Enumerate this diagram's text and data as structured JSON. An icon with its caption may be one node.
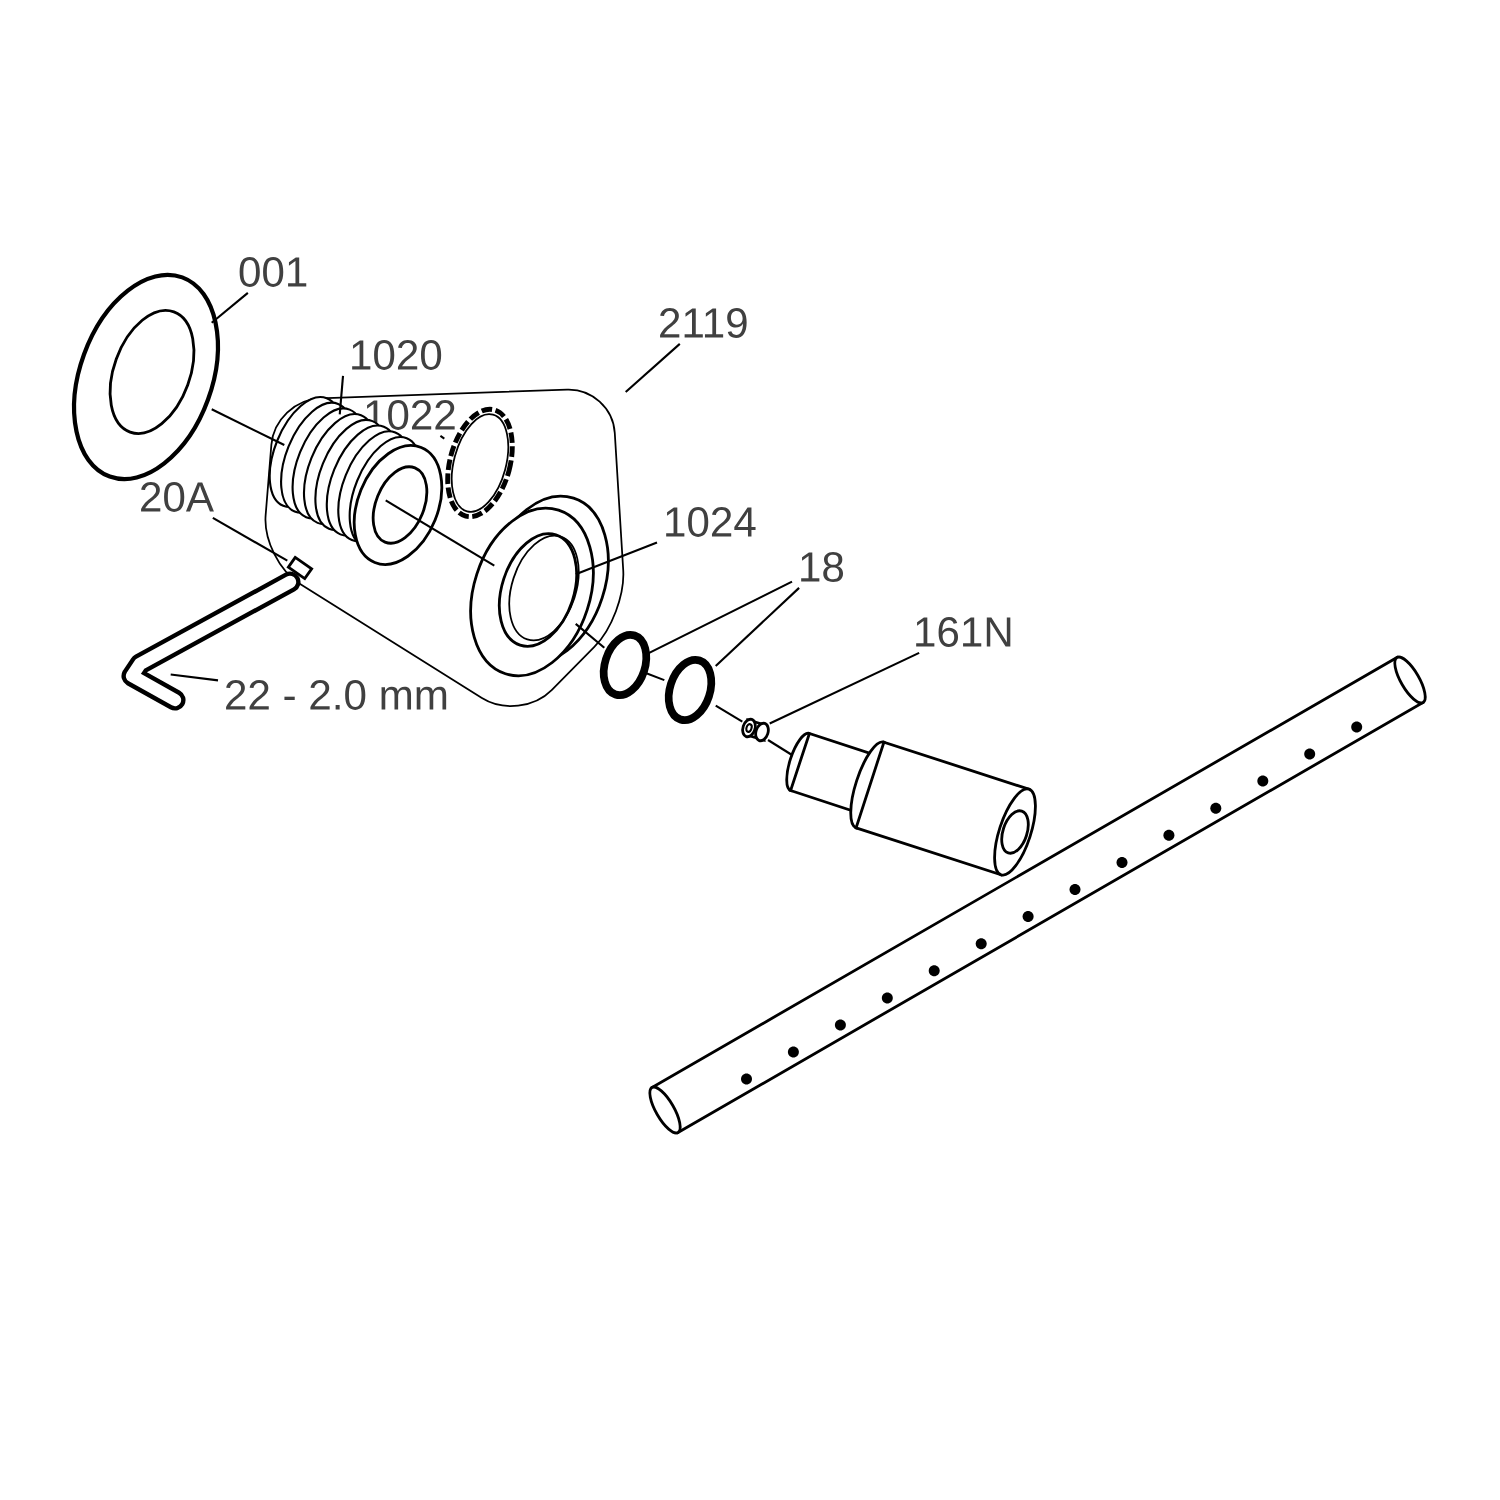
{
  "diagram": {
    "nodes": [
      {
        "text": [],
        "shape": "box"
      },
      {
        "text": [
          "001"
        ]
      },
      {
        "text": [
          "1020"
        ]
      },
      {
        "text": [
          "1022"
        ],
        "in": 0
      },
      {
        "text": [
          "2119"
        ]
      },
      {
        "text": [
          "20A"
        ]
      },
      {
        "text": [
          "1024"
        ]
      },
      {
        "text": [
          "18"
        ]
      },
      {
        "text": [
          "161N"
        ]
      },
      {
        "text": [
          "22 - 2.0 mm"
        ]
      },
      {
        "text": [],
        "shape": "picture"
      },
      {
        "text": [],
        "shape": "picture",
        "in": 0
      },
      {
        "text": [],
        "shape": "picture",
        "in": 0
      },
      {
        "text": [],
        "shape": "picture",
        "in": 0
      },
      {
        "text": [],
        "shape": "picture"
      },
      {
        "text": [],
        "shape": "picture"
      },
      {
        "text": [],
        "shape": "cylinder"
      },
      {
        "text": [],
        "shape": "picture",
        "in": 0
      },
      {
        "text": [],
        "shape": "picture"
      }
    ],
    "edges": [
      {
        "from": 1,
        "to": 10,
        "arrow": "none"
      },
      {
        "from": 2,
        "to": 11,
        "arrow": "none"
      },
      {
        "from": 3,
        "to": 12,
        "arrow": "none"
      },
      {
        "from": 4,
        "to": 0,
        "arrow": "none"
      },
      {
        "from": 5,
        "to": 17,
        "arrow": "none"
      },
      {
        "from": 6,
        "to": 13,
        "arrow": "none"
      },
      {
        "from": 7,
        "to": 14,
        "arrow": "none"
      },
      {
        "from": 7,
        "to": 15,
        "arrow": "none"
      },
      {
        "from": 8,
        "to": 16,
        "arrow": "none"
      },
      {
        "from": 9,
        "to": 18,
        "arrow": "none"
      },
      {
        "from": 10,
        "to": 11,
        "arrow": "none"
      },
      {
        "from": 11,
        "to": 13,
        "arrow": "none"
      },
      {
        "from": 13,
        "to": 14,
        "arrow": "none"
      },
      {
        "from": 14,
        "to": 15,
        "arrow": "none"
      },
      {
        "from": 15,
        "to": 16,
        "arrow": "none"
      }
    ]
  }
}
